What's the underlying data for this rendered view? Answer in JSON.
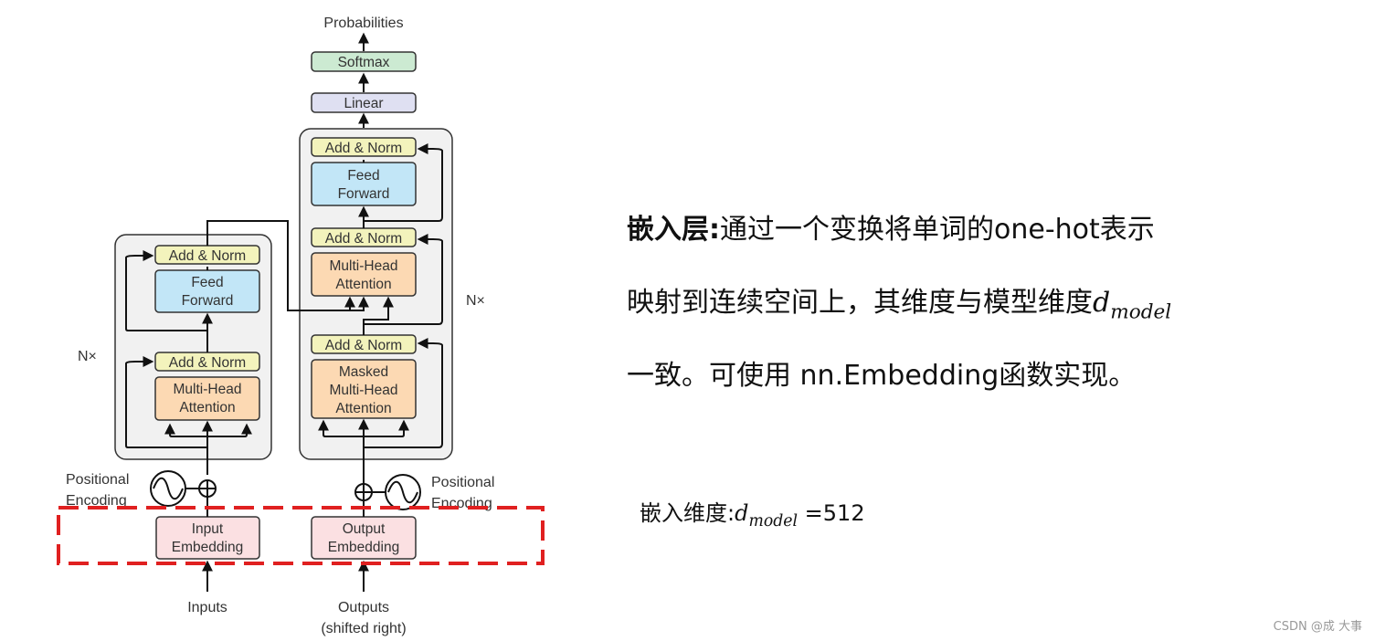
{
  "diagram": {
    "probabilities": "Probabilities",
    "softmax": "Softmax",
    "linear": "Linear",
    "add_norm": "Add & Norm",
    "feed": "Feed",
    "forward": "Forward",
    "multi_head": "Multi-Head",
    "attention": "Attention",
    "masked": "Masked",
    "nx": "N×",
    "positional": "Positional",
    "encoding": "Encoding",
    "input": "Input",
    "output": "Output",
    "embedding": "Embedding",
    "inputs": "Inputs",
    "outputs": "Outputs",
    "shifted_right": "(shifted right)",
    "colors": {
      "add_norm": "#f3f3bc",
      "ffn": "#c2e6f7",
      "attention": "#fcd9b3",
      "linear": "#dfe0f2",
      "softmax": "#ccead2",
      "embedding": "#fbe0e2",
      "stack_bg": "#f1f1f1",
      "highlight": "#e02020"
    }
  },
  "text": {
    "heading": "嵌入层:",
    "line1": "通过一个变换将单词的one-hot表示",
    "line2": "映射到连续空间上，其维度与模型维度",
    "math_d": "d",
    "math_sub": "model",
    "line3": "一致。可使用 nn.Embedding函数实现。",
    "dim_label": "嵌入维度:",
    "dim_value": "=512"
  },
  "watermark": "CSDN @成 大事"
}
